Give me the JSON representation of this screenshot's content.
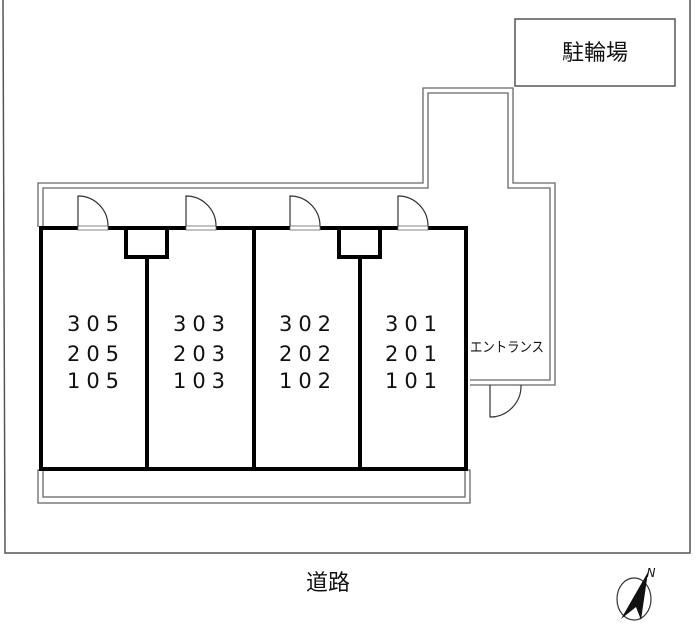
{
  "labels": {
    "bicycle_parking": "駐輪場",
    "entrance": "エントランス",
    "road": "道路",
    "north": "N"
  },
  "units": [
    {
      "top": "305",
      "mid": "205",
      "bottom": "105"
    },
    {
      "top": "303",
      "mid": "203",
      "bottom": "103"
    },
    {
      "top": "302",
      "mid": "202",
      "bottom": "102"
    },
    {
      "top": "301",
      "mid": "201",
      "bottom": "101"
    }
  ]
}
